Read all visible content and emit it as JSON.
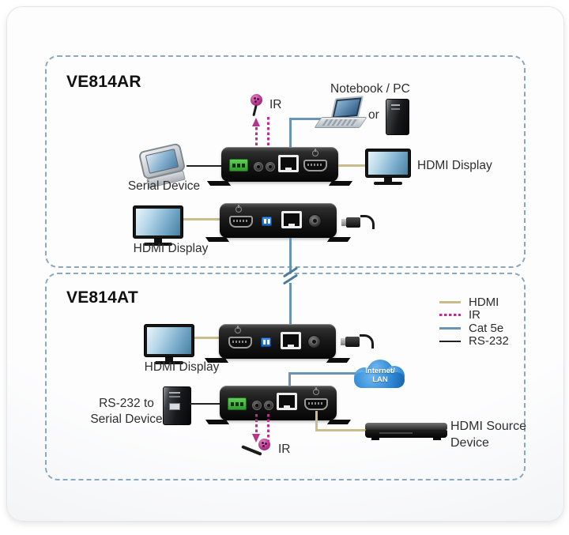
{
  "titles": {
    "receiver_group": "VE814AR",
    "transmitter_group": "VE814AT"
  },
  "labels": {
    "serial_device": "Serial Device",
    "notebook_pc": "Notebook / PC",
    "or": "or",
    "ir_top": "IR",
    "ir_bottom": "IR",
    "hdmi_display_receiver_right": "HDMI Display",
    "hdmi_display_receiver_left": "HDMI Display",
    "hdmi_display_transmitter": "HDMI Display",
    "rs232_to_serial_device": "RS-232 to\nSerial Device",
    "hdmi_source_device": "HDMI Source\nDevice",
    "internet_lan": "Internet/\nLAN"
  },
  "legend": {
    "items": [
      {
        "label": "HDMI",
        "color": "#c9bc8d",
        "dashed": false
      },
      {
        "label": "IR",
        "color": "#b5348e",
        "dashed": true
      },
      {
        "label": "Cat 5e",
        "color": "#6b93b4",
        "dashed": false
      },
      {
        "label": "RS-232",
        "color": "#2b2b2b",
        "dashed": false
      }
    ]
  },
  "colors": {
    "hdmi": "#c9bc8d",
    "ir": "#b5348e",
    "cat5e": "#6b93b4",
    "rs232": "#222222",
    "box_border": "#8aa9be"
  }
}
